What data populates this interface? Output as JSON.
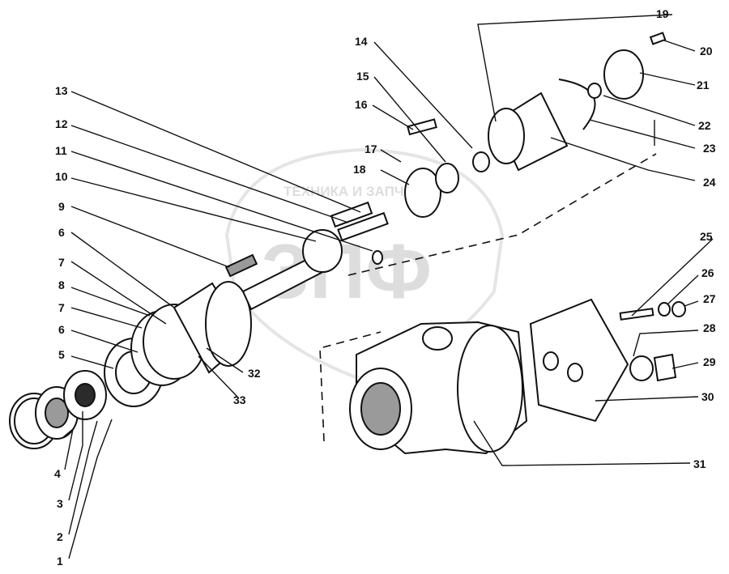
{
  "watermark": {
    "caption": "ТЕХНИКА И ЗАПЧАСТИ",
    "mark": "ЗПФ"
  },
  "callouts": [
    "1",
    "2",
    "3",
    "4",
    "5",
    "6",
    "7",
    "8",
    "7",
    "6",
    "9",
    "10",
    "11",
    "12",
    "13",
    "14",
    "15",
    "16",
    "17",
    "18",
    "19",
    "20",
    "21",
    "22",
    "23",
    "24",
    "25",
    "26",
    "27",
    "28",
    "29",
    "30",
    "31",
    "32",
    "33"
  ]
}
